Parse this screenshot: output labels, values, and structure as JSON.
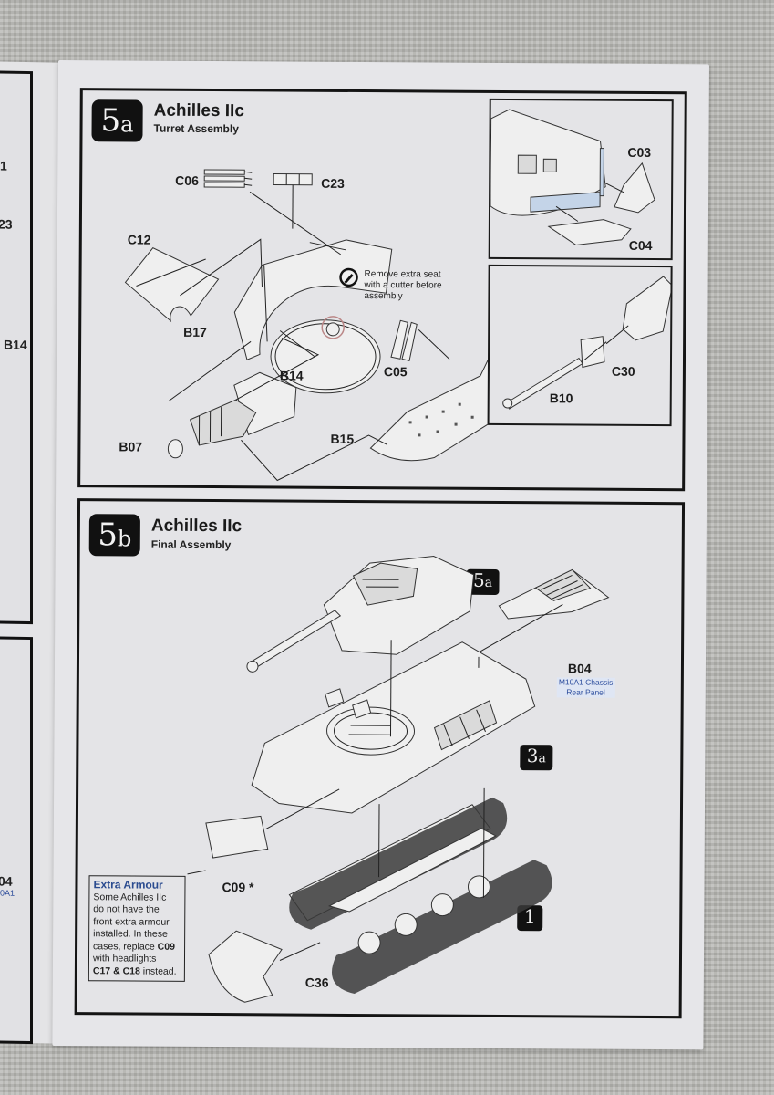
{
  "left_page": {
    "labels": [
      "1",
      "23",
      "B14",
      "04"
    ],
    "blue_label": "0A1"
  },
  "step_5a": {
    "badge_number": "5",
    "badge_letter": "a",
    "title": "Achilles IIc",
    "subtitle": "Turret Assembly",
    "parts": {
      "C06": "C06",
      "C23": "C23",
      "C12": "C12",
      "B17": "B17",
      "B14": "B14",
      "C05": "C05",
      "B07": "B07",
      "B15": "B15"
    },
    "cut_note": {
      "icon": "cutter-icon",
      "text": "Remove extra seat with a cutter before assembly"
    },
    "inset_top": {
      "parts": {
        "C03": "C03",
        "C04": "C04"
      },
      "highlight_color": "#c4d4e8"
    },
    "inset_bottom": {
      "parts": {
        "C30": "C30",
        "B10": "B10"
      }
    }
  },
  "step_5b": {
    "badge_number": "5",
    "badge_letter": "b",
    "title": "Achilles IIc",
    "subtitle": "Final Assembly",
    "refs": [
      {
        "number": "5",
        "letter": "a"
      },
      {
        "number": "3",
        "letter": "a"
      },
      {
        "number": "1",
        "letter": ""
      }
    ],
    "parts": {
      "B04": "B04",
      "C09": "C09 *",
      "C36": "C36"
    },
    "b04_caption": [
      "M10A1 Chassis",
      "Rear Panel"
    ],
    "callout": {
      "title": "Extra Armour",
      "line1": "Some Achilles IIc",
      "line2": "do not have the",
      "line3": "front extra armour",
      "line4": "installed.  In these",
      "line5_pre": "cases, replace ",
      "line5_bold": "C09",
      "line6": "with headlights",
      "line7_bold": "C17 & C18",
      "line7_post": " instead."
    }
  }
}
